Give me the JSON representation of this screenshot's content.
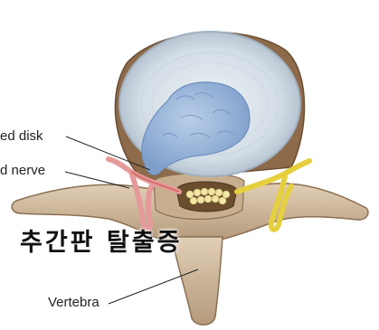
{
  "labels": {
    "disk": "ed disk",
    "nerve": "d nerve",
    "vertebra": "Vertebra"
  },
  "overlay_text": "추간판 탈출증",
  "colors": {
    "bone": "#cdb698",
    "bone_dark": "#8b6f52",
    "disk_fill": "#d8e2ea",
    "disk_rim": "#b9c7d3",
    "nucleus": "#8fb0d8",
    "nerve_left": "#e8a0a0",
    "nerve_right": "#e7d24a",
    "cord": "#6b4e2e"
  }
}
